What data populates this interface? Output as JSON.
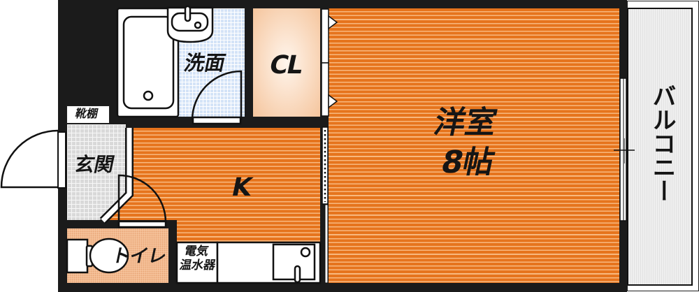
{
  "plan": {
    "rooms": {
      "western_room": {
        "label": "洋室",
        "size": "8帖"
      },
      "kitchen": {
        "label": "K"
      },
      "closet": {
        "label": "CL"
      },
      "washroom": {
        "label": "洗面"
      },
      "entrance": {
        "label": "玄関"
      },
      "shoe_cabinet": {
        "label": "靴棚"
      },
      "toilet": {
        "label": "トイレ"
      },
      "water_heater": {
        "line1": "電気",
        "line2": "温水器"
      },
      "balcony": {
        "label": "バルコニー"
      }
    },
    "fixtures": [
      "bathtub",
      "washbasin",
      "toilet-bowl",
      "kitchen-sink",
      "electric-water-heater",
      "sliding-window",
      "closet-doors",
      "sliding-door"
    ],
    "colors": {
      "wall": "#1b1b1b",
      "orange": "#e6741d",
      "stripe": "#f8b87e",
      "wash": "#d4e3f7",
      "entry": "#d9d9d9",
      "toilet": "#f5c29a",
      "cl-center": "#fff5ec",
      "cl-edge": "#f5c59d",
      "balcony": "#efefef"
    }
  }
}
